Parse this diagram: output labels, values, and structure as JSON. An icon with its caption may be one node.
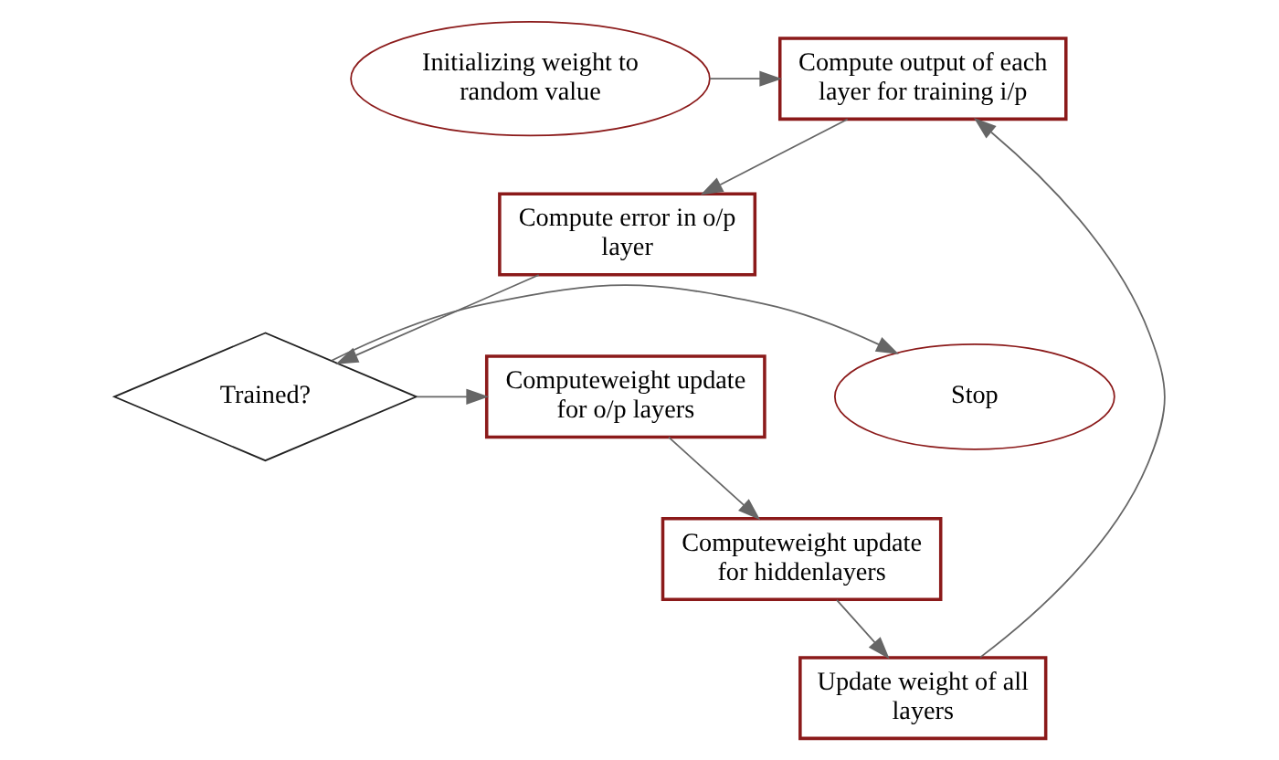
{
  "diagram": {
    "nodes": [
      {
        "text": [
          "Initializing weight to random value"
        ]
      },
      {
        "text": [
          "Compute output of each layer for training i/p"
        ]
      },
      {
        "text": [
          "Compute error in o/p layer"
        ]
      },
      {
        "text": [
          "Trained?"
        ]
      },
      {
        "text": [
          "Stop"
        ]
      },
      {
        "text": [
          "Computeweight update for o/p layers"
        ]
      },
      {
        "text": [
          "Computeweight update for hiddenlayers"
        ]
      },
      {
        "text": [
          "Update weight of all layers"
        ]
      }
    ],
    "edges": [
      {
        "from": 0,
        "to": 1,
        "arrow": "to"
      },
      {
        "from": 1,
        "to": 2,
        "arrow": "to"
      },
      {
        "from": 2,
        "to": 3,
        "arrow": "to"
      },
      {
        "from": 3,
        "to": 4,
        "arrow": "to"
      },
      {
        "from": 3,
        "to": 5,
        "arrow": "to"
      },
      {
        "from": 5,
        "to": 6,
        "arrow": "to"
      },
      {
        "from": 6,
        "to": 7,
        "arrow": "to"
      },
      {
        "from": 7,
        "to": 1,
        "arrow": "to"
      }
    ]
  }
}
